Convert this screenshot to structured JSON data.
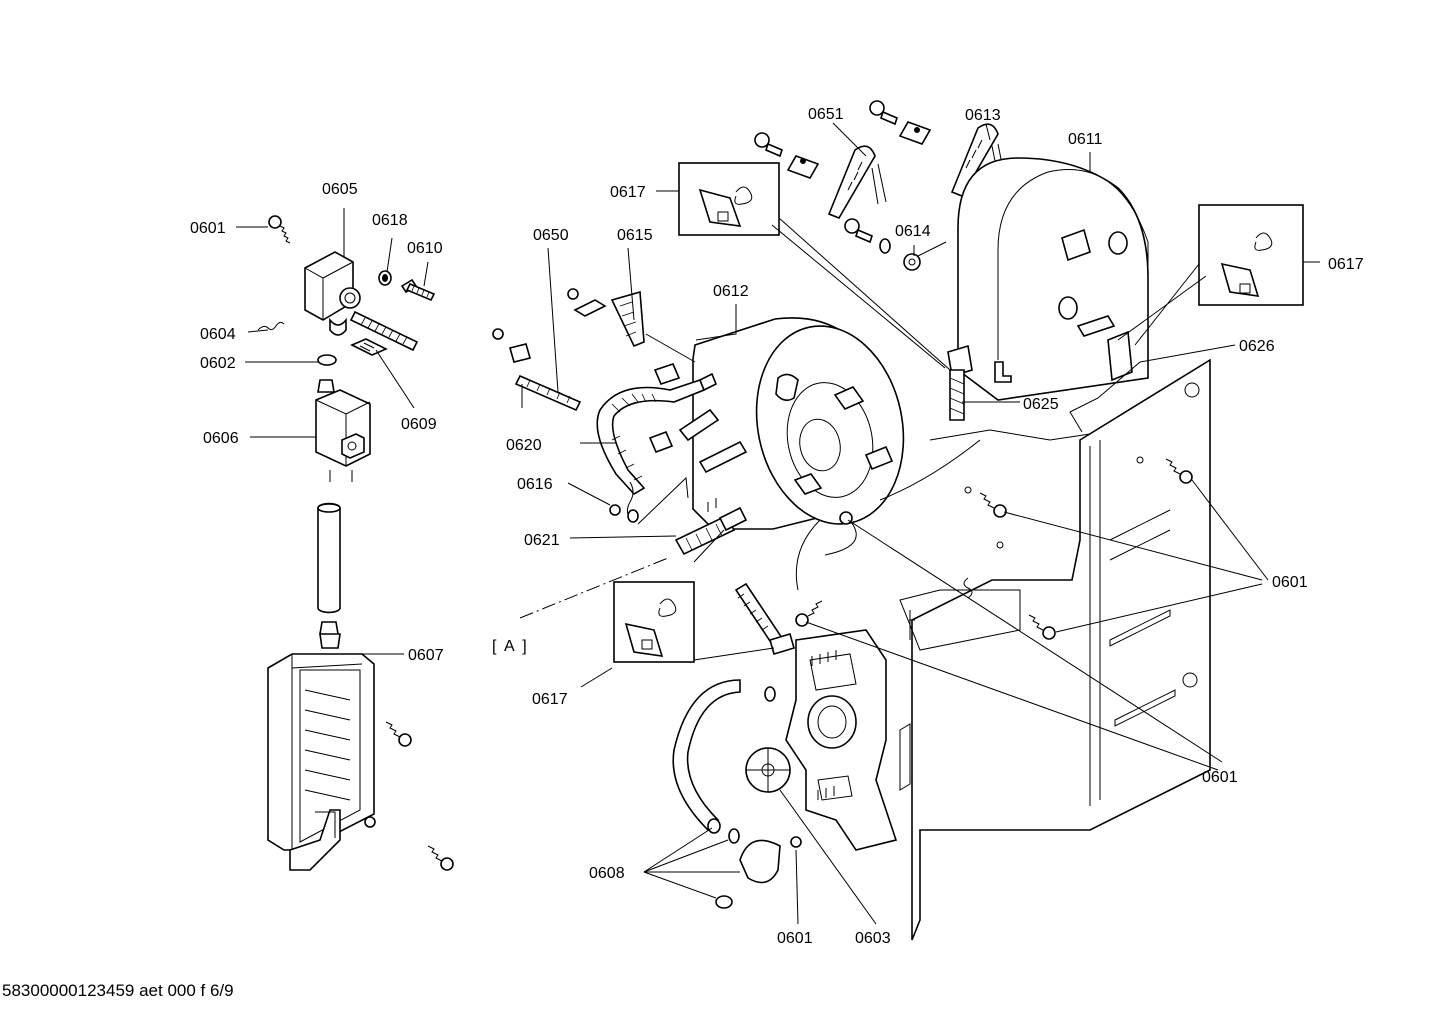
{
  "footer": {
    "doc_code": "58300000123459 aet 000 f 6/9"
  },
  "detail_label": "[ A ]",
  "callouts": [
    {
      "id": "c-0601-a",
      "text": "0601"
    },
    {
      "id": "c-0605",
      "text": "0605"
    },
    {
      "id": "c-0618",
      "text": "0618"
    },
    {
      "id": "c-0610",
      "text": "0610"
    },
    {
      "id": "c-0604",
      "text": "0604"
    },
    {
      "id": "c-0602",
      "text": "0602"
    },
    {
      "id": "c-0609",
      "text": "0609"
    },
    {
      "id": "c-0606",
      "text": "0606"
    },
    {
      "id": "c-0607",
      "text": "0607"
    },
    {
      "id": "c-0617-a",
      "text": "0617"
    },
    {
      "id": "c-0651",
      "text": "0651"
    },
    {
      "id": "c-0613",
      "text": "0613"
    },
    {
      "id": "c-0611",
      "text": "0611"
    },
    {
      "id": "c-0650",
      "text": "0650"
    },
    {
      "id": "c-0615",
      "text": "0615"
    },
    {
      "id": "c-0612",
      "text": "0612"
    },
    {
      "id": "c-0614",
      "text": "0614"
    },
    {
      "id": "c-0617-b",
      "text": "0617"
    },
    {
      "id": "c-0626",
      "text": "0626"
    },
    {
      "id": "c-0625",
      "text": "0625"
    },
    {
      "id": "c-0620",
      "text": "0620"
    },
    {
      "id": "c-0616",
      "text": "0616"
    },
    {
      "id": "c-0621",
      "text": "0621"
    },
    {
      "id": "c-0601-b",
      "text": "0601"
    },
    {
      "id": "c-0617-c",
      "text": "0617"
    },
    {
      "id": "c-0601-c",
      "text": "0601"
    },
    {
      "id": "c-0608",
      "text": "0608"
    },
    {
      "id": "c-0601-d",
      "text": "0601"
    },
    {
      "id": "c-0603",
      "text": "0603"
    }
  ]
}
